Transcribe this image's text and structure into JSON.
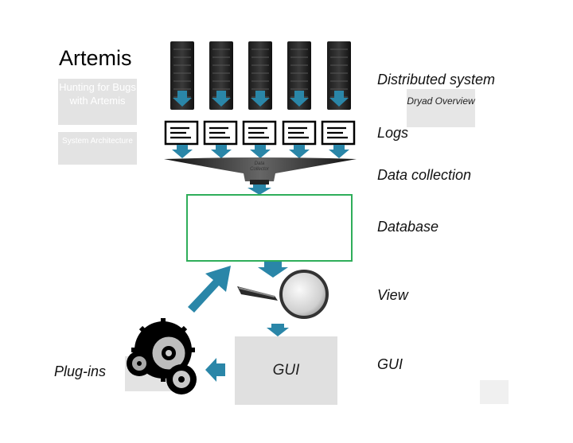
{
  "title": "Artemis",
  "left_buttons": {
    "hunting": "Hunting for Bugs with Artemis",
    "architecture": "System Architecture"
  },
  "right_labels": {
    "distributed": "Distributed system",
    "logs": "Logs",
    "data_collection": "Data collection",
    "database": "Database",
    "view": "View",
    "gui": "GUI"
  },
  "dryad_button": "Dryad Overview",
  "funnel_label": "Data Collector",
  "gui_box_label": "GUI",
  "plugins_label": "Plug-ins",
  "colors": {
    "arrow": "#2a86a8",
    "db_border": "#2fae5a",
    "button_bg": "#e3e3e3",
    "table_header": "#3a72b8"
  },
  "icons": {
    "server": "server-rack-icon",
    "log": "log-document-icon",
    "database": "database-cylinder-icon",
    "magnifier": "magnifying-glass-icon",
    "gears": "gears-icon"
  }
}
